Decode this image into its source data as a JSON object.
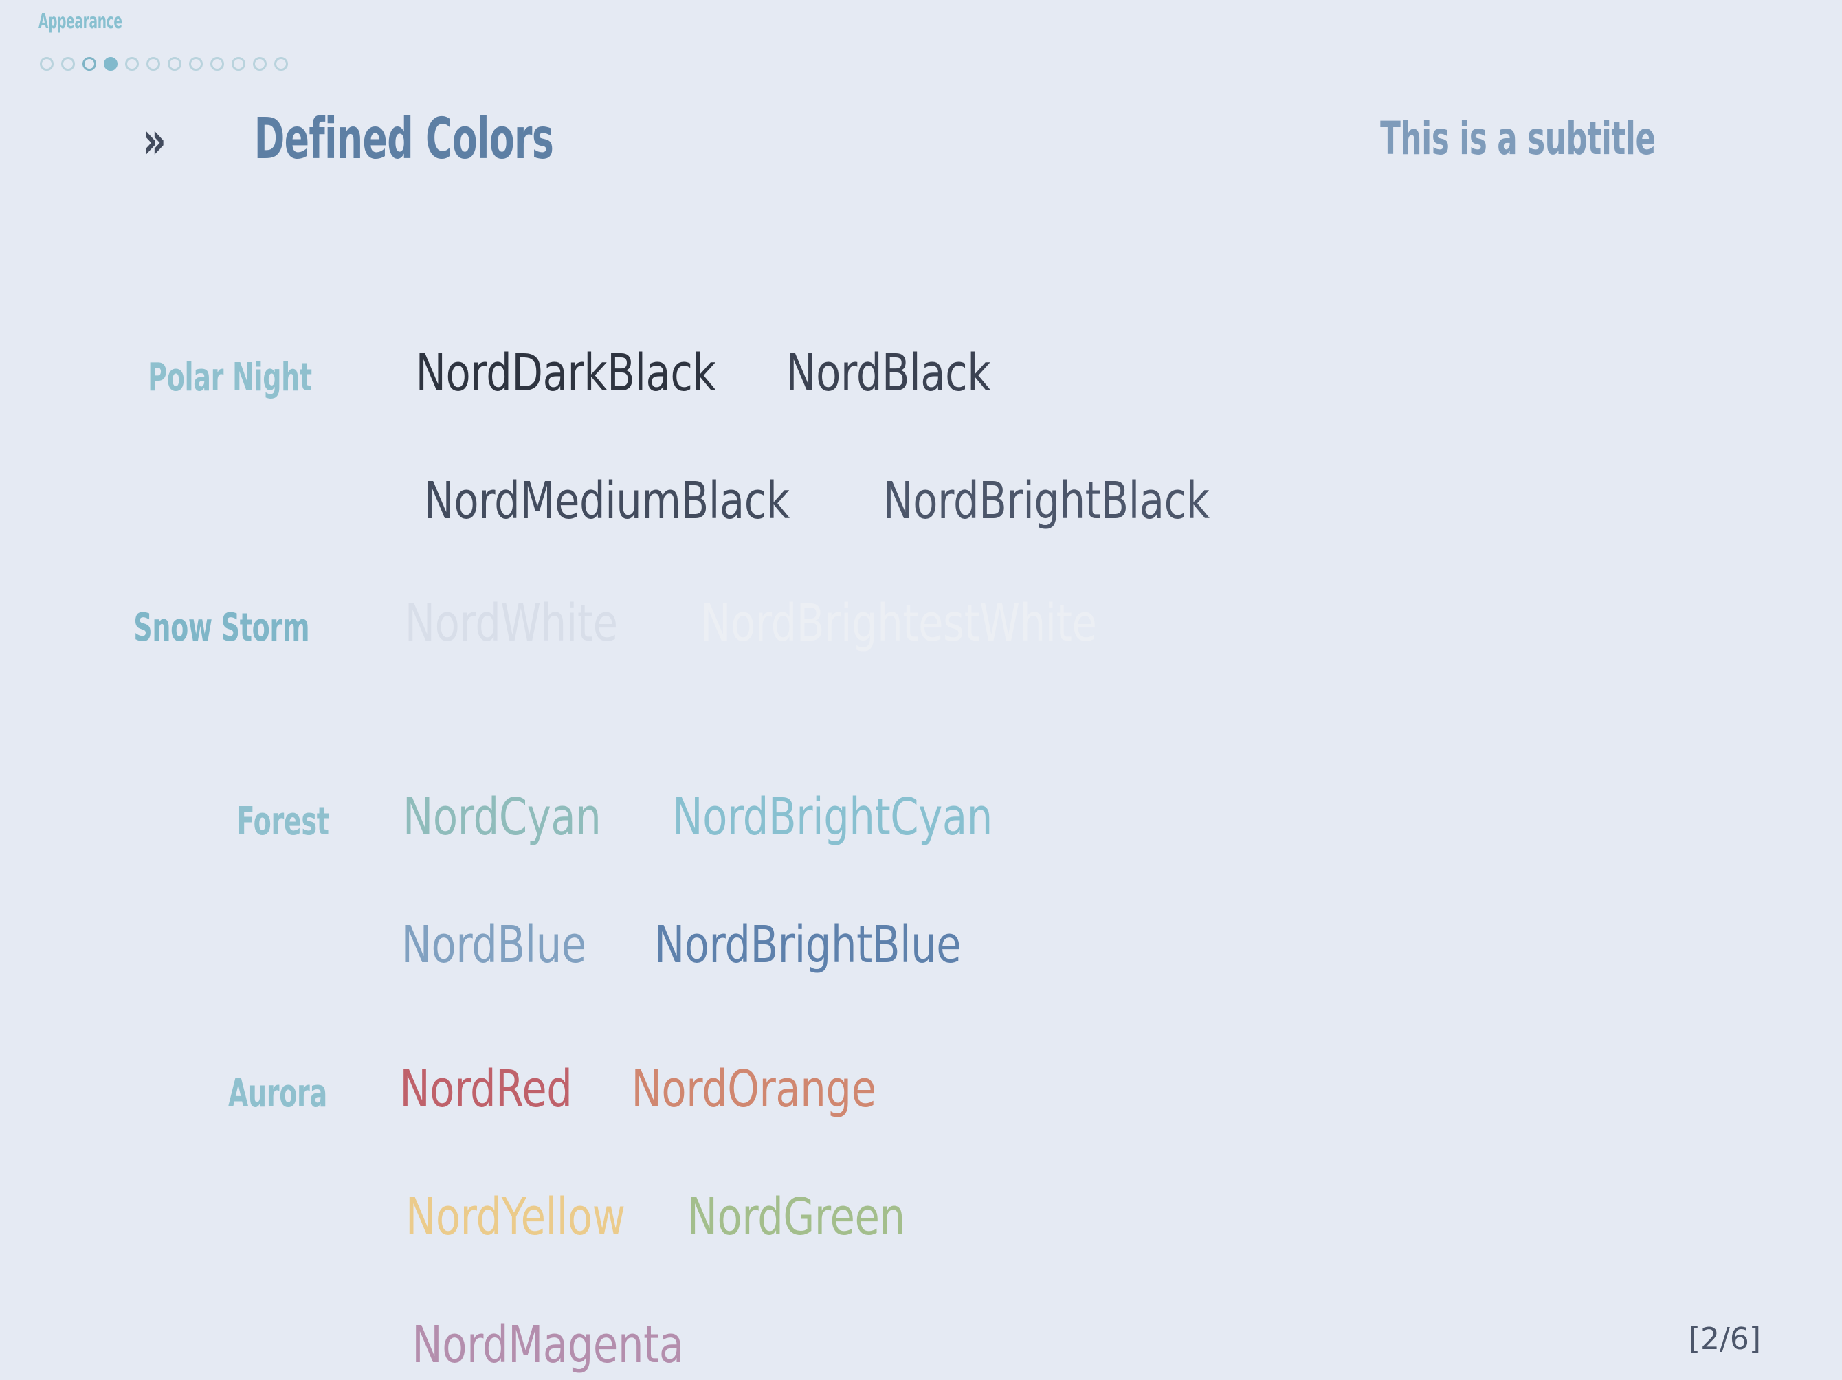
{
  "theme": {
    "background": "#E5EAF3",
    "accent": "#88C0D0",
    "title_color": "#5D7FA4",
    "subtitle_color": "#7E9BBA",
    "chevron_color": "#434C5E",
    "page_number_color": "#4C566A",
    "dot_idle_color": "#B9D3DD",
    "dot_section_color": "#7FB4C6",
    "dot_current_color": "#81B9CC"
  },
  "header": {
    "section_label": "Appearance",
    "progress": {
      "total": 12,
      "current_index": 4,
      "section_index": 3
    }
  },
  "title": {
    "bullet": "»",
    "text": "Defined Colors",
    "subtitle": "This is a subtitle"
  },
  "palette": {
    "groups": [
      {
        "label": "Polar Night",
        "label_color": "#8FC0CE",
        "rows": [
          [
            {
              "name": "NordDarkBlack",
              "color": "#2E3440"
            },
            {
              "name": "NordBlack",
              "color": "#3B4252"
            }
          ],
          [
            {
              "name": "NordMediumBlack",
              "color": "#434C5E"
            },
            {
              "name": "NordBrightBlack",
              "color": "#4C566A"
            }
          ]
        ]
      },
      {
        "label": "Snow Storm",
        "label_color": "#7FB6C8",
        "rows": [
          [
            {
              "name": "NordWhite",
              "color": "#D8DEE9"
            },
            {
              "name": "NordBrightestWhite",
              "color": "#ECEFF4"
            }
          ]
        ]
      },
      {
        "label": "Forest",
        "label_color": "#8FC0CE",
        "rows": [
          [
            {
              "name": "NordCyan",
              "color": "#8FBCBB"
            },
            {
              "name": "NordBrightCyan",
              "color": "#88C0D0"
            }
          ],
          [
            {
              "name": "NordBlue",
              "color": "#81A1C1"
            },
            {
              "name": "NordBrightBlue",
              "color": "#5E81AC"
            }
          ]
        ]
      },
      {
        "label": "Aurora",
        "label_color": "#8FC0CE",
        "rows": [
          [
            {
              "name": "NordRed",
              "color": "#BF616A"
            },
            {
              "name": "NordOrange",
              "color": "#D08770"
            }
          ],
          [
            {
              "name": "NordYellow",
              "color": "#EBCB8B"
            },
            {
              "name": "NordGreen",
              "color": "#A3BE8C"
            }
          ],
          [
            {
              "name": "NordMagenta",
              "color": "#B48EAD"
            }
          ]
        ]
      }
    ]
  },
  "footer": {
    "page_number": "[2/6]"
  }
}
